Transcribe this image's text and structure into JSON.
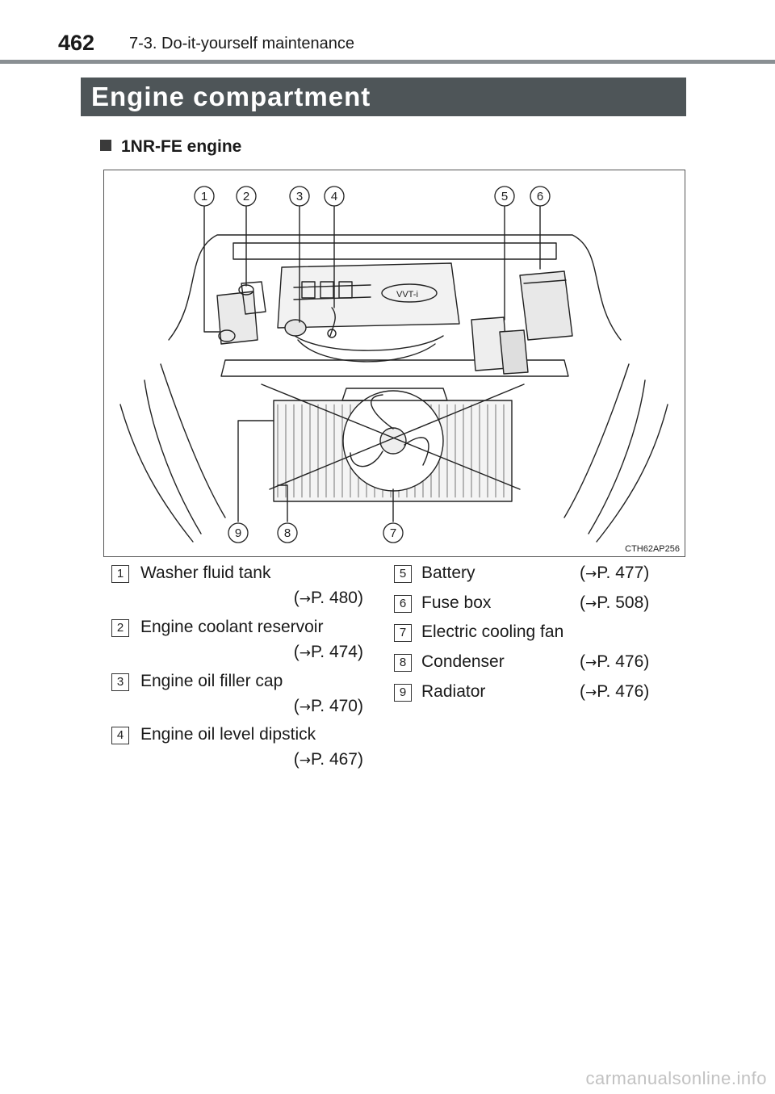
{
  "header": {
    "page_number": "462",
    "chapter": "7-3. Do-it-yourself maintenance"
  },
  "section": {
    "title": "Engine compartment"
  },
  "subsection": {
    "title": "1NR-FE engine"
  },
  "figure": {
    "code": "CTH62AP256",
    "callouts": [
      "1",
      "2",
      "3",
      "4",
      "5",
      "6",
      "7",
      "8",
      "9"
    ]
  },
  "legend": {
    "left": [
      {
        "num": "1",
        "label": "Washer fluid tank",
        "ref": "P. 480"
      },
      {
        "num": "2",
        "label": "Engine coolant reservoir",
        "ref": "P. 474"
      },
      {
        "num": "3",
        "label": "Engine oil filler cap",
        "ref": "P. 470"
      },
      {
        "num": "4",
        "label": "Engine oil level dipstick",
        "ref": "P. 467"
      }
    ],
    "right": [
      {
        "num": "5",
        "label": "Battery",
        "ref": "P. 477"
      },
      {
        "num": "6",
        "label": "Fuse box",
        "ref": "P. 508"
      },
      {
        "num": "7",
        "label": "Electric cooling fan",
        "ref": ""
      },
      {
        "num": "8",
        "label": "Condenser",
        "ref": "P. 476"
      },
      {
        "num": "9",
        "label": "Radiator",
        "ref": "P. 476"
      }
    ]
  },
  "ref_open": "(",
  "ref_arrow": "→",
  "ref_close": ")",
  "watermark": "carmanualsonline.info"
}
